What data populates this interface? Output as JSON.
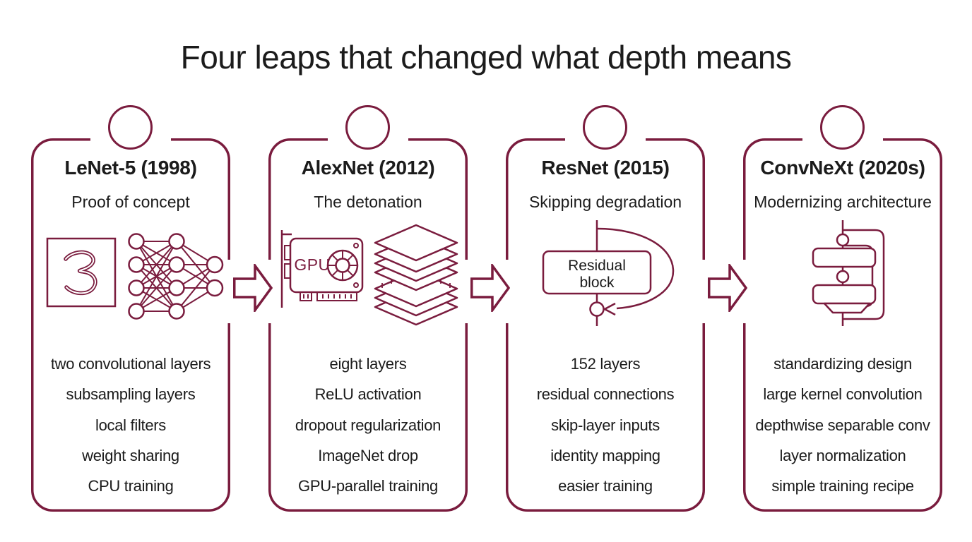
{
  "title": "Four leaps that changed what depth means",
  "theme": {
    "accent": "#7a1c3e",
    "text_color": "#1b1b1b",
    "background": "#ffffff"
  },
  "cards": [
    {
      "title": "LeNet-5 (1998)",
      "subtitle": "Proof of concept",
      "icons": [
        "digit-3-icon",
        "neural-network-icon"
      ],
      "items": [
        "two convolutional layers",
        "subsampling layers",
        "local filters",
        "weight sharing",
        "CPU training"
      ]
    },
    {
      "title": "AlexNet (2012)",
      "subtitle": "The detonation",
      "icons": [
        "gpu-card-icon",
        "layer-stack-icon"
      ],
      "gpu_label": "GPU",
      "items": [
        "eight layers",
        "ReLU activation",
        "dropout regularization",
        "ImageNet drop",
        "GPU-parallel training"
      ]
    },
    {
      "title": "ResNet (2015)",
      "subtitle": "Skipping degradation",
      "icons": [
        "residual-block-skip-icon"
      ],
      "block_label": {
        "line1": "Residual",
        "line2": "block"
      },
      "items": [
        "152 layers",
        "residual connections",
        "skip-layer inputs",
        "identity mapping",
        "easier training"
      ]
    },
    {
      "title": "ConvNeXt (2020s)",
      "subtitle": "Modernizing architecture",
      "icons": [
        "stacked-blocks-skip-icon"
      ],
      "items": [
        "standardizing design",
        "large kernel convolution",
        "depthwise separable conv",
        "layer normalization",
        "simple training recipe"
      ]
    }
  ]
}
